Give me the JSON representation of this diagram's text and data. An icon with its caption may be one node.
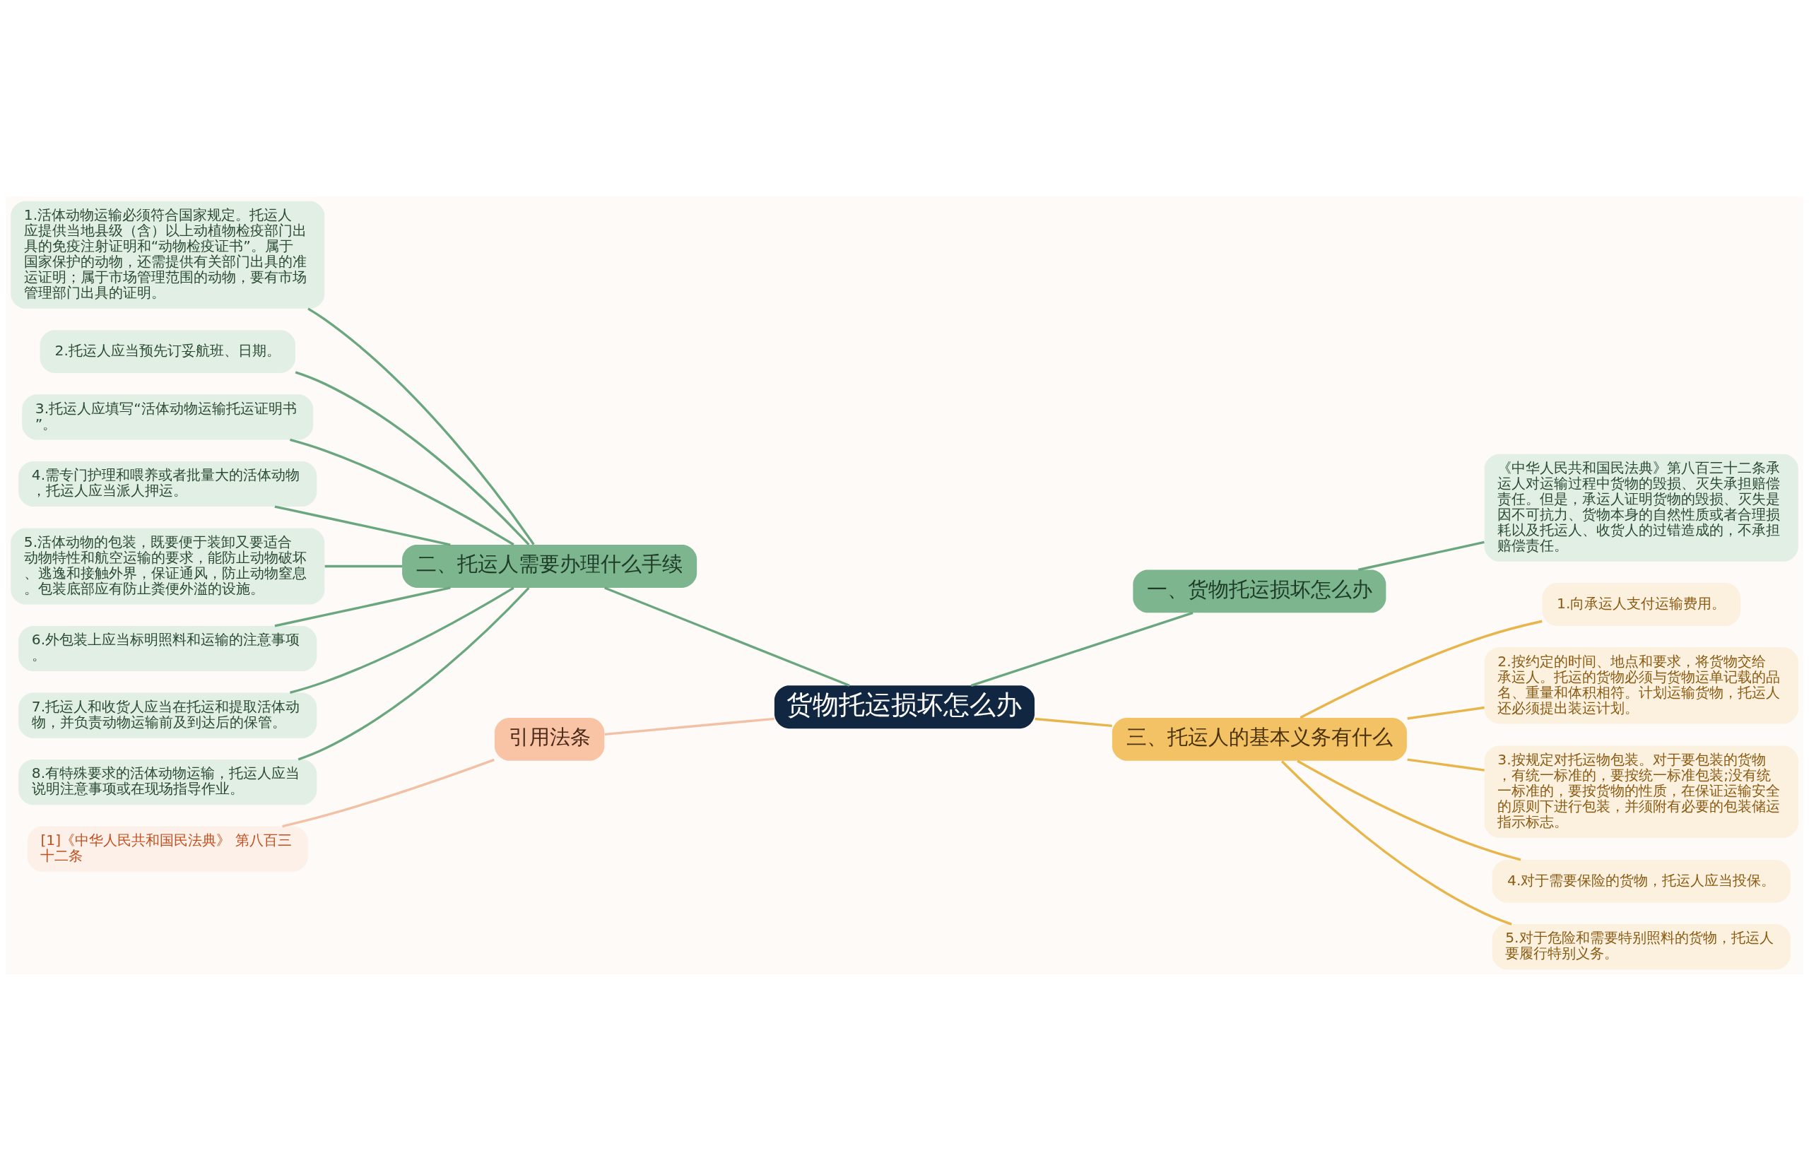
{
  "diagram": {
    "nodes": [
      {
        "text": [
          "货物托运损坏怎么办"
        ]
      },
      {
        "text": [
          "二、托运人需要办理什么手续"
        ]
      },
      {
        "text": [
          "1.活体动物运输必须符合国家规定。托运人应提供当地县级（含）以上动植物检疫部门出具的免疫注射证明和“动物检疫证书”。属于国家保护的动物，还需提供有关部门出具的准运证明；属于市场管理范围的动物，要有市场管理部门出具的证明。"
        ]
      },
      {
        "text": [
          "2.托运人应当预先订妥航班、日期。"
        ]
      },
      {
        "text": [
          "3.托运人应填写“活体动物运输托运证明书”。"
        ]
      },
      {
        "text": [
          "4.需专门护理和喂养或者批量大的活体动物，托运人应当派人押运。"
        ]
      },
      {
        "text": [
          "5.活体动物的包装，既要便于装卸又要适合动物特性和航空运输的要求，能防止动物破坏、逃逸和接触外界，保证通风，防止动物窒息。包装底部应有防止粪便外溢的设施。"
        ]
      },
      {
        "text": [
          "6.外包装上应当标明照料和运输的注意事项。"
        ]
      },
      {
        "text": [
          "7.托运人和收货人应当在托运和提取活体动物，并负责动物运输前及到达后的保管。"
        ]
      },
      {
        "text": [
          "8.有特殊要求的活体动物运输，托运人应当说明注意事项或在现场指导作业。"
        ]
      },
      {
        "text": [
          "一、货物托运损坏怎么办"
        ]
      },
      {
        "text": [
          "《中华人民共和国民法典》第八百三十二条承运人对运输过程中货物的毁损、灭失承担赔偿责任。但是，承运人证明货物的毁损、灭失是因不可抗力、货物本身的自然性质或者合理损耗以及托运人、收货人的过错造成的，不承担赔偿责任。"
        ]
      },
      {
        "text": [
          "三、托运人的基本义务有什么"
        ]
      },
      {
        "text": [
          "1.向承运人支付运输费用。"
        ]
      },
      {
        "text": [
          "2.按约定的时间、地点和要求，将货物交给承运人。托运的货物必须与货物运单记载的品名、重量和体积相符。计划运输货物，托运人还必须提出装运计划。"
        ]
      },
      {
        "text": [
          "3.按规定对托运物包装。对于要包装的货物，有统一标准的，要按统一标准包装;没有统一标准的，要按货物的性质，在保证运输安全的原则下进行包装，并须附有必要的包装储运指示标志。"
        ]
      },
      {
        "text": [
          "4.对于需要保险的货物，托运人应当投保。"
        ]
      },
      {
        "text": [
          "5.对于危险和需要特别照料的货物，托运人要履行特别义务。"
        ]
      },
      {
        "text": [
          "引用法条"
        ]
      },
      {
        "text": [
          "[1]《中华人民共和国民法典》 第八百三十二条"
        ]
      }
    ],
    "edges": [
      {
        "from": 1,
        "to": 0,
        "arrow": "none"
      },
      {
        "from": 2,
        "to": 1,
        "arrow": "none"
      },
      {
        "from": 3,
        "to": 1,
        "arrow": "none"
      },
      {
        "from": 4,
        "to": 1,
        "arrow": "none"
      },
      {
        "from": 5,
        "to": 1,
        "arrow": "none"
      },
      {
        "from": 6,
        "to": 1,
        "arrow": "none"
      },
      {
        "from": 7,
        "to": 1,
        "arrow": "none"
      },
      {
        "from": 8,
        "to": 1,
        "arrow": "none"
      },
      {
        "from": 9,
        "to": 1,
        "arrow": "none"
      },
      {
        "from": 0,
        "to": 10,
        "arrow": "none"
      },
      {
        "from": 10,
        "to": 11,
        "arrow": "none"
      },
      {
        "from": 0,
        "to": 12,
        "arrow": "none",
        "color": "#e8b54a"
      },
      {
        "from": 12,
        "to": 13,
        "arrow": "none",
        "color": "#e8b54a"
      },
      {
        "from": 12,
        "to": 14,
        "arrow": "none",
        "color": "#e8b54a"
      },
      {
        "from": 12,
        "to": 15,
        "arrow": "none",
        "color": "#e8b54a"
      },
      {
        "from": 12,
        "to": 16,
        "arrow": "none",
        "color": "#e8b54a"
      },
      {
        "from": 12,
        "to": 17,
        "arrow": "none",
        "color": "#e8b54a"
      },
      {
        "from": 19,
        "to": 18,
        "arrow": "none",
        "color": "#f2c0a4"
      },
      {
        "from": 18,
        "to": 0,
        "arrow": "none",
        "color": "#f2c0a4"
      }
    ]
  }
}
